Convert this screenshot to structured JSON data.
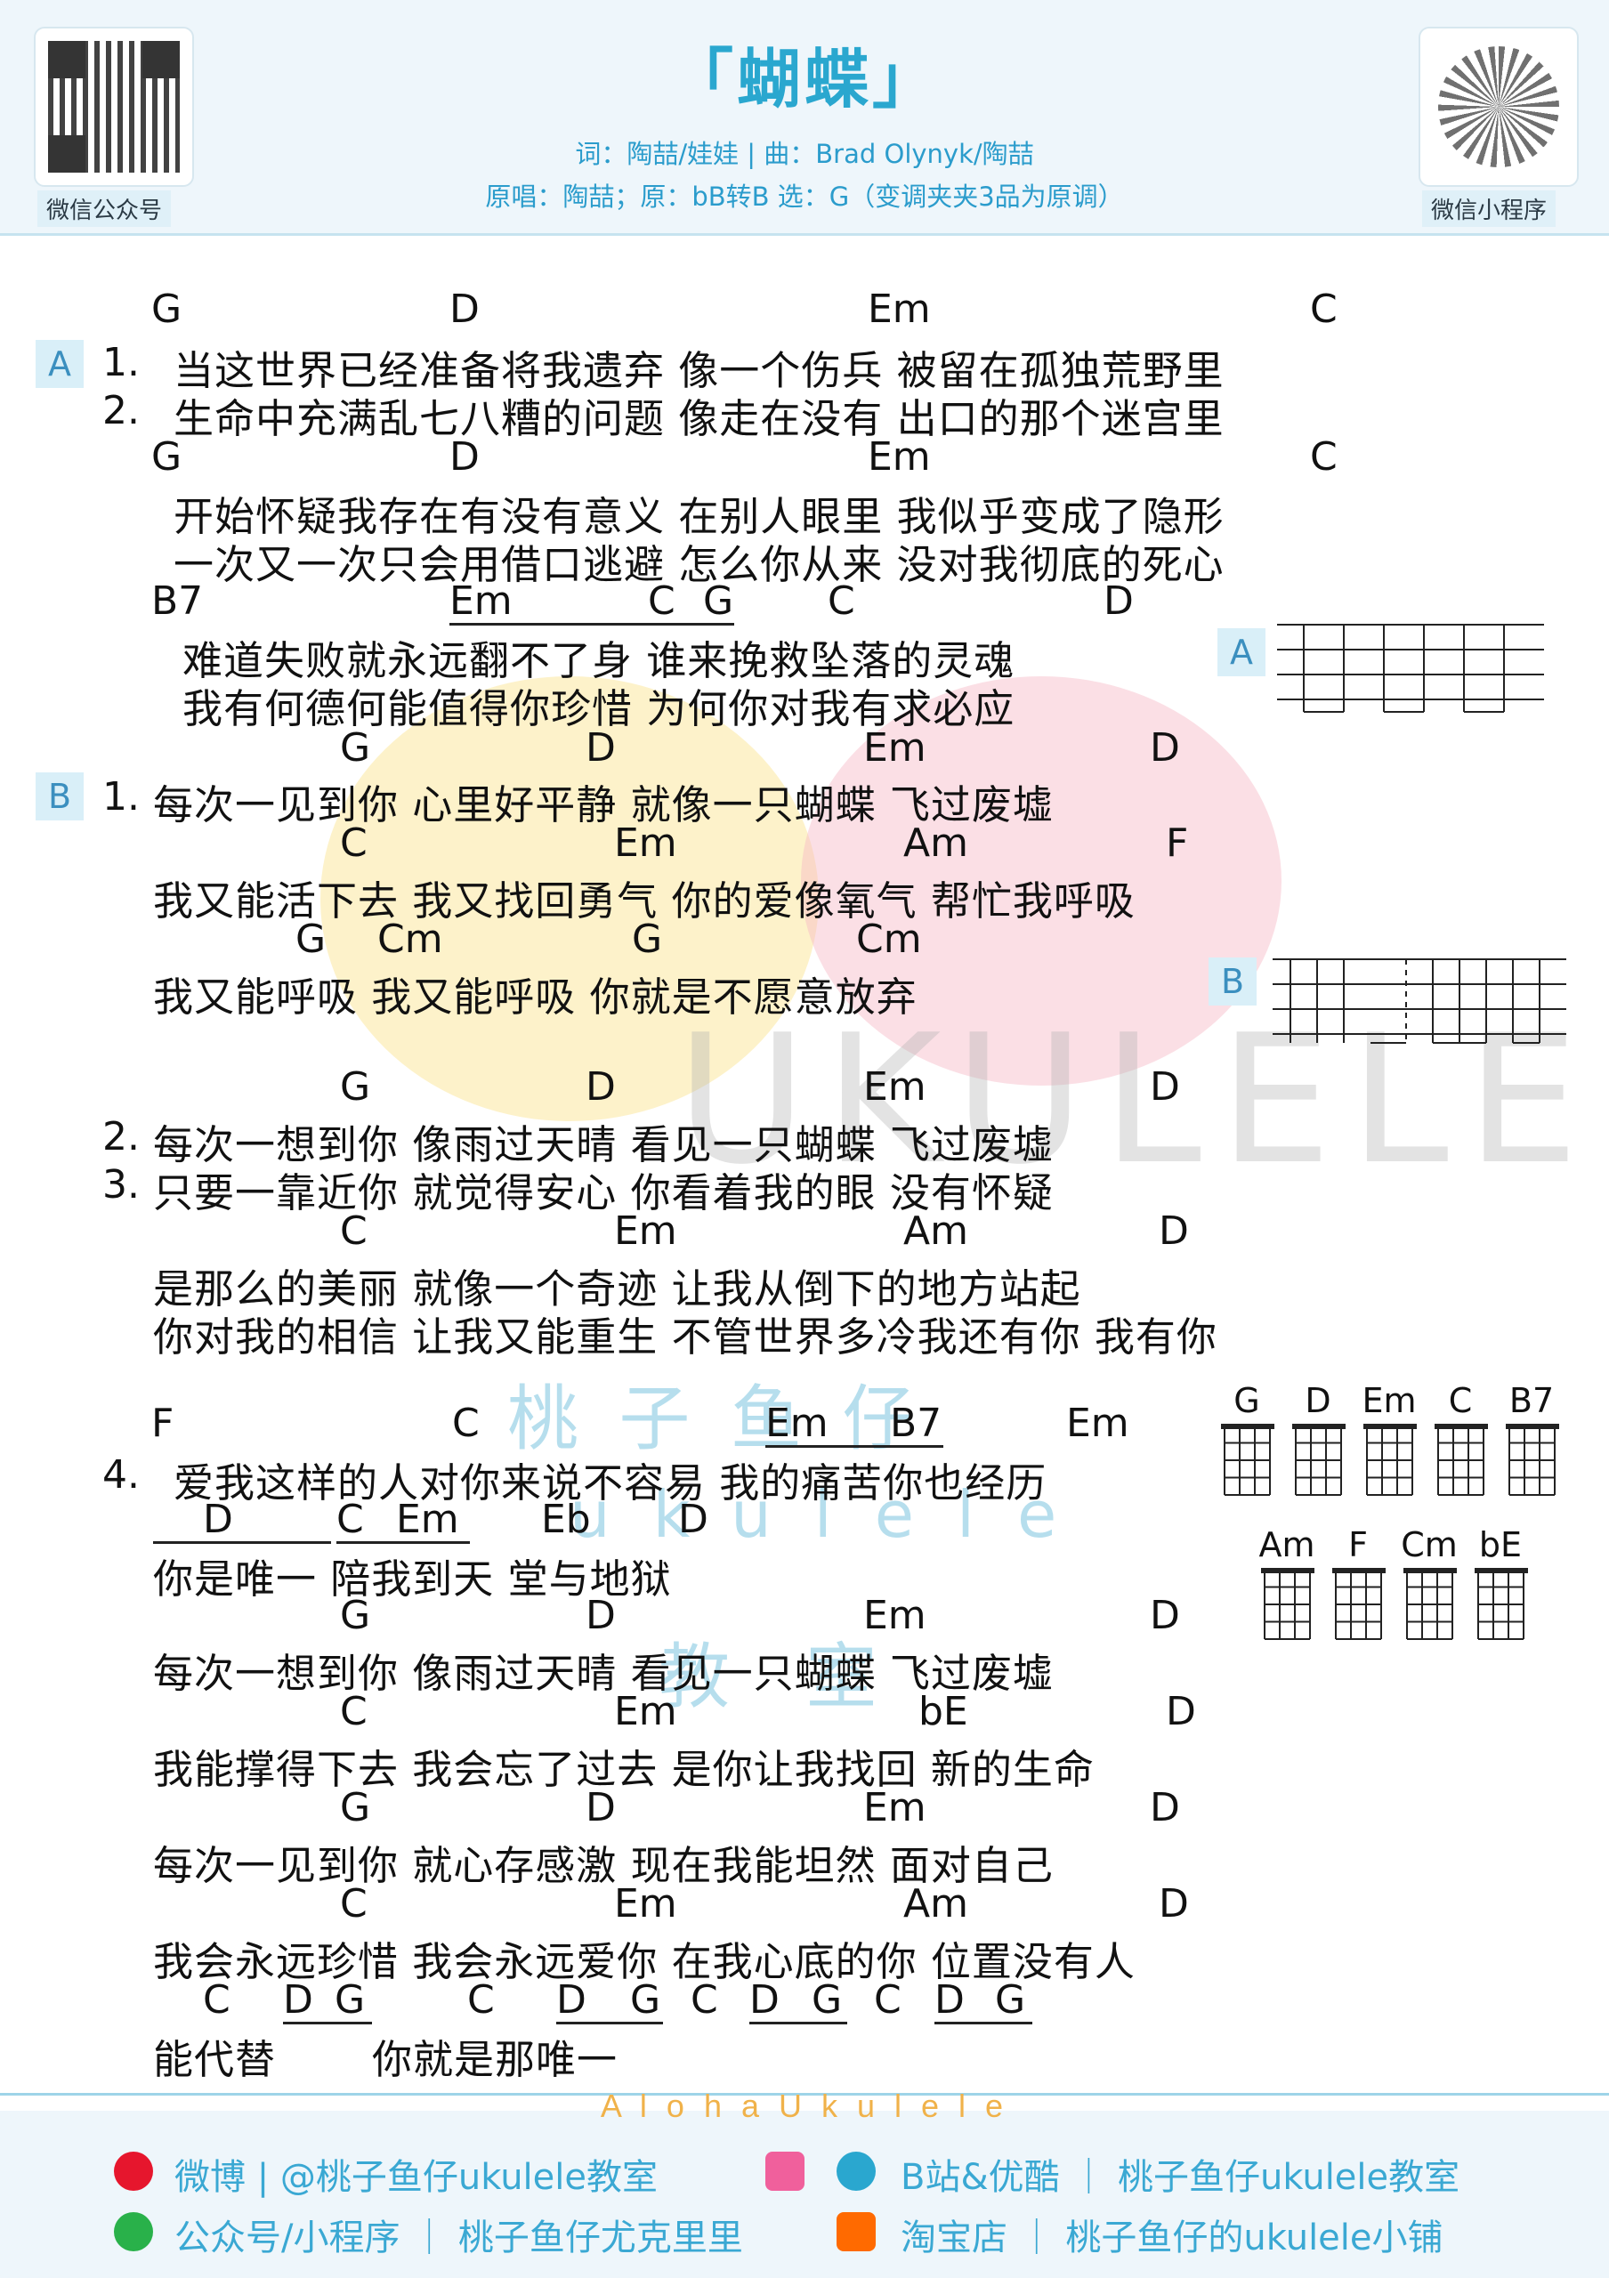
{
  "header": {
    "title": "「蝴蝶」",
    "credits": "词：陶喆/娃娃 | 曲：Brad Olynyk/陶喆",
    "original": "原唱：陶喆；原：bB转B  选：G（变调夹夹3品为原调）",
    "qr_left_caption": "微信公众号",
    "qr_right_caption": "微信小程序"
  },
  "section_tags": {
    "a": "A",
    "b": "B"
  },
  "watermark": {
    "ukulele": "UKULELE",
    "name": "桃 子 鱼 仔",
    "ukulele2": "ukulele",
    "classroom": "教 室"
  },
  "chords": {
    "r1": [
      "G",
      "D",
      "Em",
      "C"
    ],
    "r2": [
      "G",
      "D",
      "Em",
      "C"
    ],
    "r3": [
      "B7",
      "Em",
      "C",
      "G",
      "C",
      "D"
    ],
    "r4": [
      "G",
      "D",
      "Em",
      "D"
    ],
    "r5": [
      "C",
      "Em",
      "Am",
      "F"
    ],
    "r6": [
      "G",
      "Cm",
      "G",
      "Cm"
    ],
    "r7": [
      "G",
      "D",
      "Em",
      "D"
    ],
    "r8": [
      "C",
      "Em",
      "Am",
      "D"
    ],
    "r9": [
      "F",
      "C",
      "Em",
      "B7",
      "Em"
    ],
    "r10": [
      "D",
      "C",
      "Em",
      "Eb",
      "D"
    ],
    "r11": [
      "G",
      "D",
      "Em",
      "D"
    ],
    "r12": [
      "C",
      "Em",
      "bE",
      "D"
    ],
    "r13": [
      "G",
      "D",
      "Em",
      "D"
    ],
    "r14": [
      "C",
      "Em",
      "Am",
      "D"
    ],
    "r15": [
      "C",
      "D",
      "G",
      "C",
      "D",
      "G",
      "C",
      "D",
      "G",
      "C",
      "D",
      "G"
    ]
  },
  "lyrics": {
    "a1": {
      "num": "1.",
      "text": "当这世界已经准备将我遗弃  像一个伤兵  被留在孤独荒野里"
    },
    "a2": {
      "num": "2.",
      "text": "生命中充满乱七八糟的问题  像走在没有  出口的那个迷宫里"
    },
    "a3": "开始怀疑我存在有没有意义  在别人眼里  我似乎变成了隐形",
    "a4": "一次又一次只会用借口逃避  怎么你从来  没对我彻底的死心",
    "a5": "难道失败就永远翻不了身    谁来挽救坠落的灵魂",
    "a6": "我有何德何能值得你珍惜    为何你对我有求必应",
    "b1": {
      "num": "1.",
      "text": "每次一见到你  心里好平静  就像一只蝴蝶 飞过废墟"
    },
    "b2": "我又能活下去  我又找回勇气  你的爱像氧气 帮忙我呼吸",
    "b3": "我又能呼吸    我又能呼吸  你就是不愿意放弃",
    "b4": {
      "num": "2.",
      "text": "每次一想到你  像雨过天晴  看见一只蝴蝶 飞过废墟"
    },
    "b5": {
      "num": "3.",
      "text": "只要一靠近你  就觉得安心  你看着我的眼 没有怀疑"
    },
    "b6": "是那么的美丽  就像一个奇迹  让我从倒下的地方站起",
    "b7": "你对我的相信  让我又能重生  不管世界多冷我还有你 我有你",
    "c1": {
      "num": "4.",
      "text": "爱我这样的人对你来说不容易   我的痛苦你也经历"
    },
    "c2": "你是唯一   陪我到天  堂与地狱",
    "c3": "每次一想到你  像雨过天晴  看见一只蝴蝶 飞过废墟",
    "c4": "我能撑得下去  我会忘了过去  是你让我找回 新的生命",
    "c5": "每次一见到你  就心存感激  现在我能坦然 面对自己",
    "c6": "我会永远珍惜  我会永远爱你  在我心底的你 位置没有人",
    "c7a": "能代替",
    "c7b": "你就是那唯一"
  },
  "strum": {
    "a_label": "A",
    "b_label": "B"
  },
  "diagrams": {
    "row1": [
      "G",
      "D",
      "Em",
      "C",
      "B7"
    ],
    "row2": [
      "Am",
      "F",
      "Cm",
      "bE"
    ]
  },
  "footer": {
    "brand": "A l o h a   U k u l e l e",
    "weibo": "微博 | @桃子鱼仔ukulele教室",
    "bili": "B站&优酷 ｜ 桃子鱼仔ukulele教室",
    "wechat": "公众号/小程序 ｜ 桃子鱼仔尤克里里",
    "taobao": "淘宝店 ｜ 桃子鱼仔的ukulele小铺",
    "colors": {
      "accent": "#2aa7cf",
      "tag_bg": "#d9eff8",
      "weibo": "#e6162d",
      "bili": "#f0609c",
      "taobao": "#ff6a00",
      "wechat": "#29b14a"
    }
  }
}
